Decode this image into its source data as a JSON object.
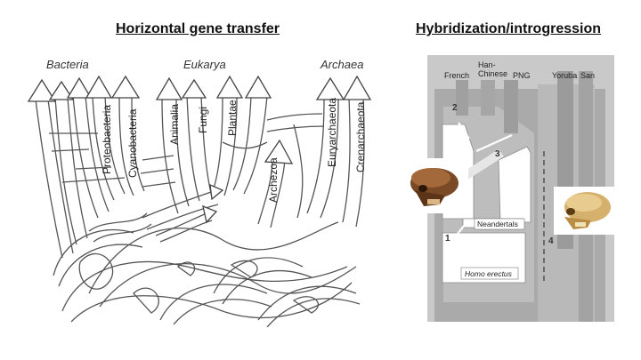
{
  "left_panel": {
    "title": "Horizontal gene transfer",
    "clades": [
      "Bacteria",
      "Eukarya",
      "Archaea"
    ],
    "lineages": [
      "Proteobacteria",
      "Cyanobacteria",
      "Animalia",
      "Fungi",
      "Plantae",
      "Archezoa",
      "Euryarchaeota",
      "Crenarchaeota"
    ]
  },
  "right_panel": {
    "title": "Hybridization/introgression",
    "populations": [
      "French",
      "Han-\nChinese",
      "PNG",
      "Yoruba",
      "San"
    ],
    "events": [
      "1",
      "2",
      "3",
      "4"
    ],
    "labels": {
      "neandertals": "Neandertals",
      "homo_erectus": "Homo erectus"
    }
  }
}
